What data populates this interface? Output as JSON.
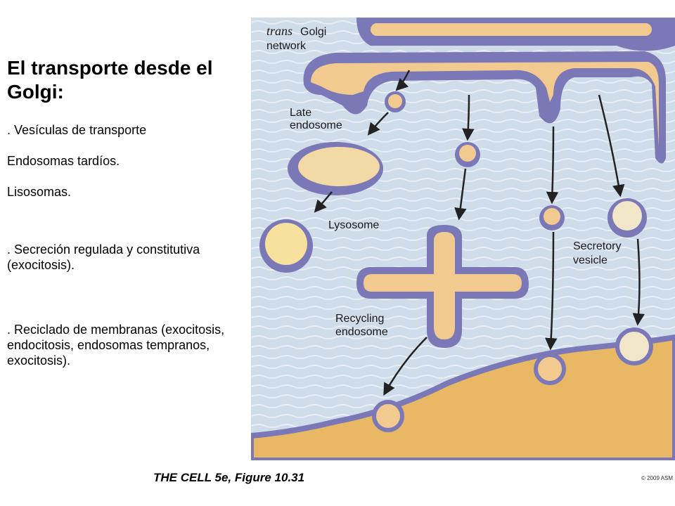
{
  "slide": {
    "title": "El transporte desde el Golgi:",
    "bullets": [
      ". Vesículas de transporte",
      "Endosomas tardíos.",
      "Lisosomas.",
      ". Secreción regulada y constitutiva (exocitosis).",
      ". Reciclado de membranas (exocitosis, endocitosis, endosomas tempranos, exocitosis)."
    ]
  },
  "figure": {
    "labels": {
      "trans": "trans",
      "golgi_network": "Golgi",
      "network": "network",
      "late": "Late",
      "endosome": "endosome",
      "lysosome": "Lysosome",
      "secretory": "Secretory",
      "vesicle": "vesicle",
      "recycling": "Recycling",
      "recycling_endosome": "endosome"
    },
    "caption": "THE CELL 5e, Figure 10.31",
    "copyright": "© 2009 ASM"
  },
  "colors": {
    "cytoplasm": "#cfdcea",
    "golgi_membrane": "#7b78b8",
    "golgi_lumen": "#f2c98f",
    "extracellular": "#e9b865",
    "arrow": "#222222"
  }
}
